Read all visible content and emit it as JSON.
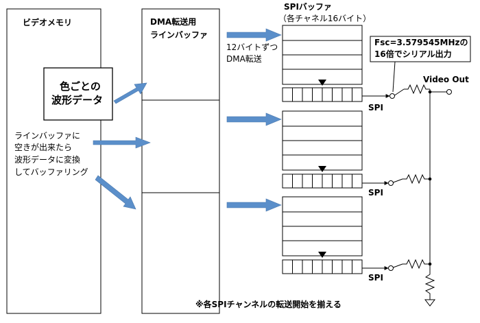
{
  "video_memory": {
    "title": "ビデオメモリ",
    "waveform_box": [
      "色ごとの",
      "波形データ"
    ],
    "note": [
      "ラインバッファに",
      "空きが出来たら",
      "波形データに変換",
      "してバッファリング"
    ]
  },
  "dma": {
    "title": [
      "DMA転送用",
      "ラインバッファ"
    ],
    "transfer_note": [
      "12バイトずつ",
      "DMA転送"
    ]
  },
  "spi_buffer": {
    "title": "SPIバッファ",
    "subtitle": "（各チャネル16バイト）"
  },
  "spi_labels": [
    "SPI",
    "SPI",
    "SPI"
  ],
  "fsc_note": [
    "Fsc=3.579545MHzの",
    "16倍でシリアル出力"
  ],
  "video_out": "Video Out",
  "footer": "※各SPIチャンネルの転送開始を揃える",
  "colors": {
    "arrow": "#5b8fca",
    "line": "#000000"
  }
}
